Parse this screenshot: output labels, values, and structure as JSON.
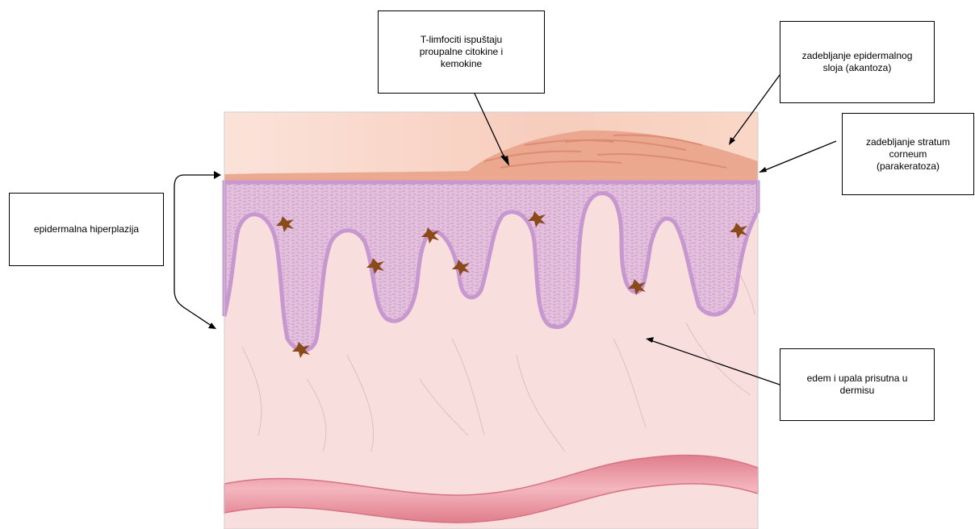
{
  "labels": {
    "tcells": "T-limfociti ispuštaju\nproupalne citokine i\nkemokine",
    "acanthosis": "zadebljanje epidermalnog\nsloja (akantoza)",
    "parakeratosis": "zadebljanje stratum\ncorneum\n(parakeratoza)",
    "hyperplasia": "epidermalna hiperplazija",
    "edema": "edem i upala prisutna u\ndermisu"
  },
  "colors": {
    "dermis": "#f8dcdc",
    "epidermis": "#e3bedd",
    "basal_layer": "#c79bd0",
    "stratum_corneum": "#e99a80",
    "upper_background": "#fbd9c9",
    "melanocyte": "#8b4a1a",
    "vessel": "#e68c99",
    "arrow": "#000000"
  }
}
